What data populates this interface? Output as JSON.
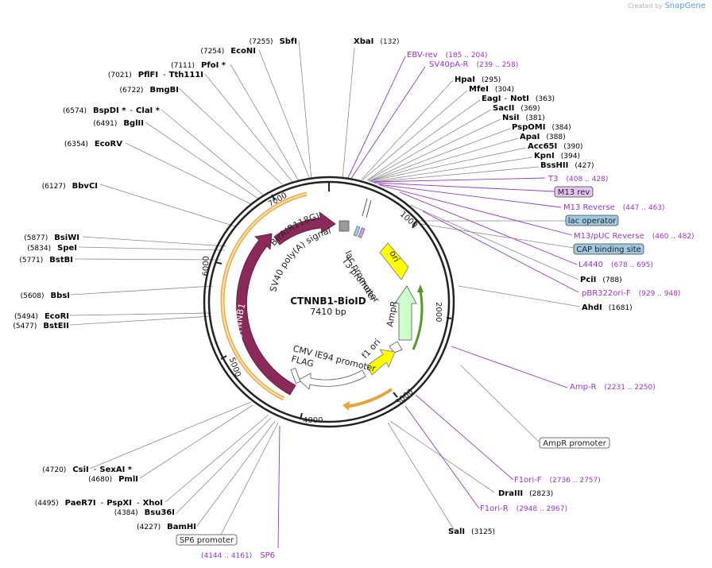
{
  "app": {
    "brand_prefix": "Created by",
    "brand_name": "SnapGene"
  },
  "plasmid": {
    "name": "CTNNB1-BioID",
    "size_label": "7410 bp",
    "length": 7410
  },
  "colors": {
    "enzyme": "#000000",
    "primer": "#9933cc",
    "leader": "#8a8a8a",
    "cds": "#8b2a5a",
    "ori": "#ffff00",
    "amp": "#ccffcc",
    "promoter": "#ffffff",
    "orf": "#f5c87a"
  },
  "scale_ticks": [
    "1000",
    "2000",
    "3000",
    "4000",
    "5000",
    "6000",
    "7000"
  ],
  "enzymes_right": [
    {
      "name": "XbaI",
      "pos": "(132)"
    },
    {
      "name": "HpaI",
      "pos": "(295)"
    },
    {
      "name": "MfeI",
      "pos": "(304)"
    },
    {
      "name": "EagI",
      "name2": "NotI",
      "pos": "(363)"
    },
    {
      "name": "SacII",
      "pos": "(369)"
    },
    {
      "name": "NsiI",
      "pos": "(381)"
    },
    {
      "name": "PspOMI",
      "pos": "(384)"
    },
    {
      "name": "ApaI",
      "pos": "(388)"
    },
    {
      "name": "Acc65I",
      "pos": "(390)"
    },
    {
      "name": "KpnI",
      "pos": "(394)"
    },
    {
      "name": "BssHII",
      "pos": "(427)"
    },
    {
      "name": "PciI",
      "pos": "(788)"
    },
    {
      "name": "AhdI",
      "pos": "(1681)"
    },
    {
      "name": "DraIII",
      "pos": "(2823)"
    },
    {
      "name": "SalI",
      "pos": "(3125)"
    }
  ],
  "enzymes_left": [
    {
      "name": "SbfI",
      "pos": "(7255)"
    },
    {
      "name": "EcoNI",
      "pos": "(7254)"
    },
    {
      "name": "PfoI *",
      "pos": "(7111)"
    },
    {
      "name": "PflFI",
      "name2": "Tth111I",
      "pos": "(7021)"
    },
    {
      "name": "BmgBI",
      "pos": "(6722)"
    },
    {
      "name": "BspDI *",
      "name2": "ClaI *",
      "pos": "(6574)"
    },
    {
      "name": "BglII",
      "pos": "(6491)"
    },
    {
      "name": "EcoRV",
      "pos": "(6354)"
    },
    {
      "name": "BbvCI",
      "pos": "(6127)"
    },
    {
      "name": "BsiWI",
      "pos": "(5877)"
    },
    {
      "name": "SpeI",
      "pos": "(5834)"
    },
    {
      "name": "BstBI",
      "pos": "(5771)"
    },
    {
      "name": "BbsI",
      "pos": "(5608)"
    },
    {
      "name": "EcoRI",
      "pos": "(5494)"
    },
    {
      "name": "BstEII",
      "pos": "(5477)"
    },
    {
      "name": "CsiI",
      "name2": "SexAI *",
      "pos": "(4720)"
    },
    {
      "name": "PmlI",
      "pos": "(4680)"
    },
    {
      "name": "PaeR7I",
      "name2": "PspXI",
      "name3": "XhoI",
      "pos": "(4495)"
    },
    {
      "name": "Bsu36I",
      "pos": "(4384)"
    },
    {
      "name": "BamHI",
      "pos": "(4227)"
    }
  ],
  "primers": [
    {
      "name": "EBV-rev",
      "pos": "(185 .. 204)"
    },
    {
      "name": "SV40pA-R",
      "pos": "(239 .. 258)"
    },
    {
      "name": "T3",
      "pos": "(408 .. 428)"
    },
    {
      "name": "M13 rev",
      "pos": ""
    },
    {
      "name": "M13 Reverse",
      "pos": "(447 .. 463)"
    },
    {
      "name": "M13/pUC Reverse",
      "pos": "(460 .. 482)"
    },
    {
      "name": "L4440",
      "pos": "(678 .. 695)"
    },
    {
      "name": "pBR322ori-F",
      "pos": "(929 .. 948)"
    },
    {
      "name": "Amp-R",
      "pos": "(2231 .. 2250)"
    },
    {
      "name": "F1ori-F",
      "pos": "(2736 .. 2757)"
    },
    {
      "name": "F1ori-R",
      "pos": "(2948 .. 2967)"
    },
    {
      "name": "SP6",
      "pos": "(4144 .. 4161)"
    }
  ],
  "boxed_features": [
    {
      "name": "lac operator"
    },
    {
      "name": "CAP binding site"
    },
    {
      "name": "AmpR promoter"
    },
    {
      "name": "SP6 promoter"
    }
  ],
  "inner_features": [
    {
      "name": "BirA(R118G)"
    },
    {
      "name": "SV40 poly(A) signal"
    },
    {
      "name": "lac promoter"
    },
    {
      "name": "T3 promoter"
    },
    {
      "name": "ori"
    },
    {
      "name": "AmpR"
    },
    {
      "name": "f1 ori"
    },
    {
      "name": "CMV IE94 promoter"
    },
    {
      "name": "FLAG"
    },
    {
      "name": "CTNNB1"
    }
  ]
}
